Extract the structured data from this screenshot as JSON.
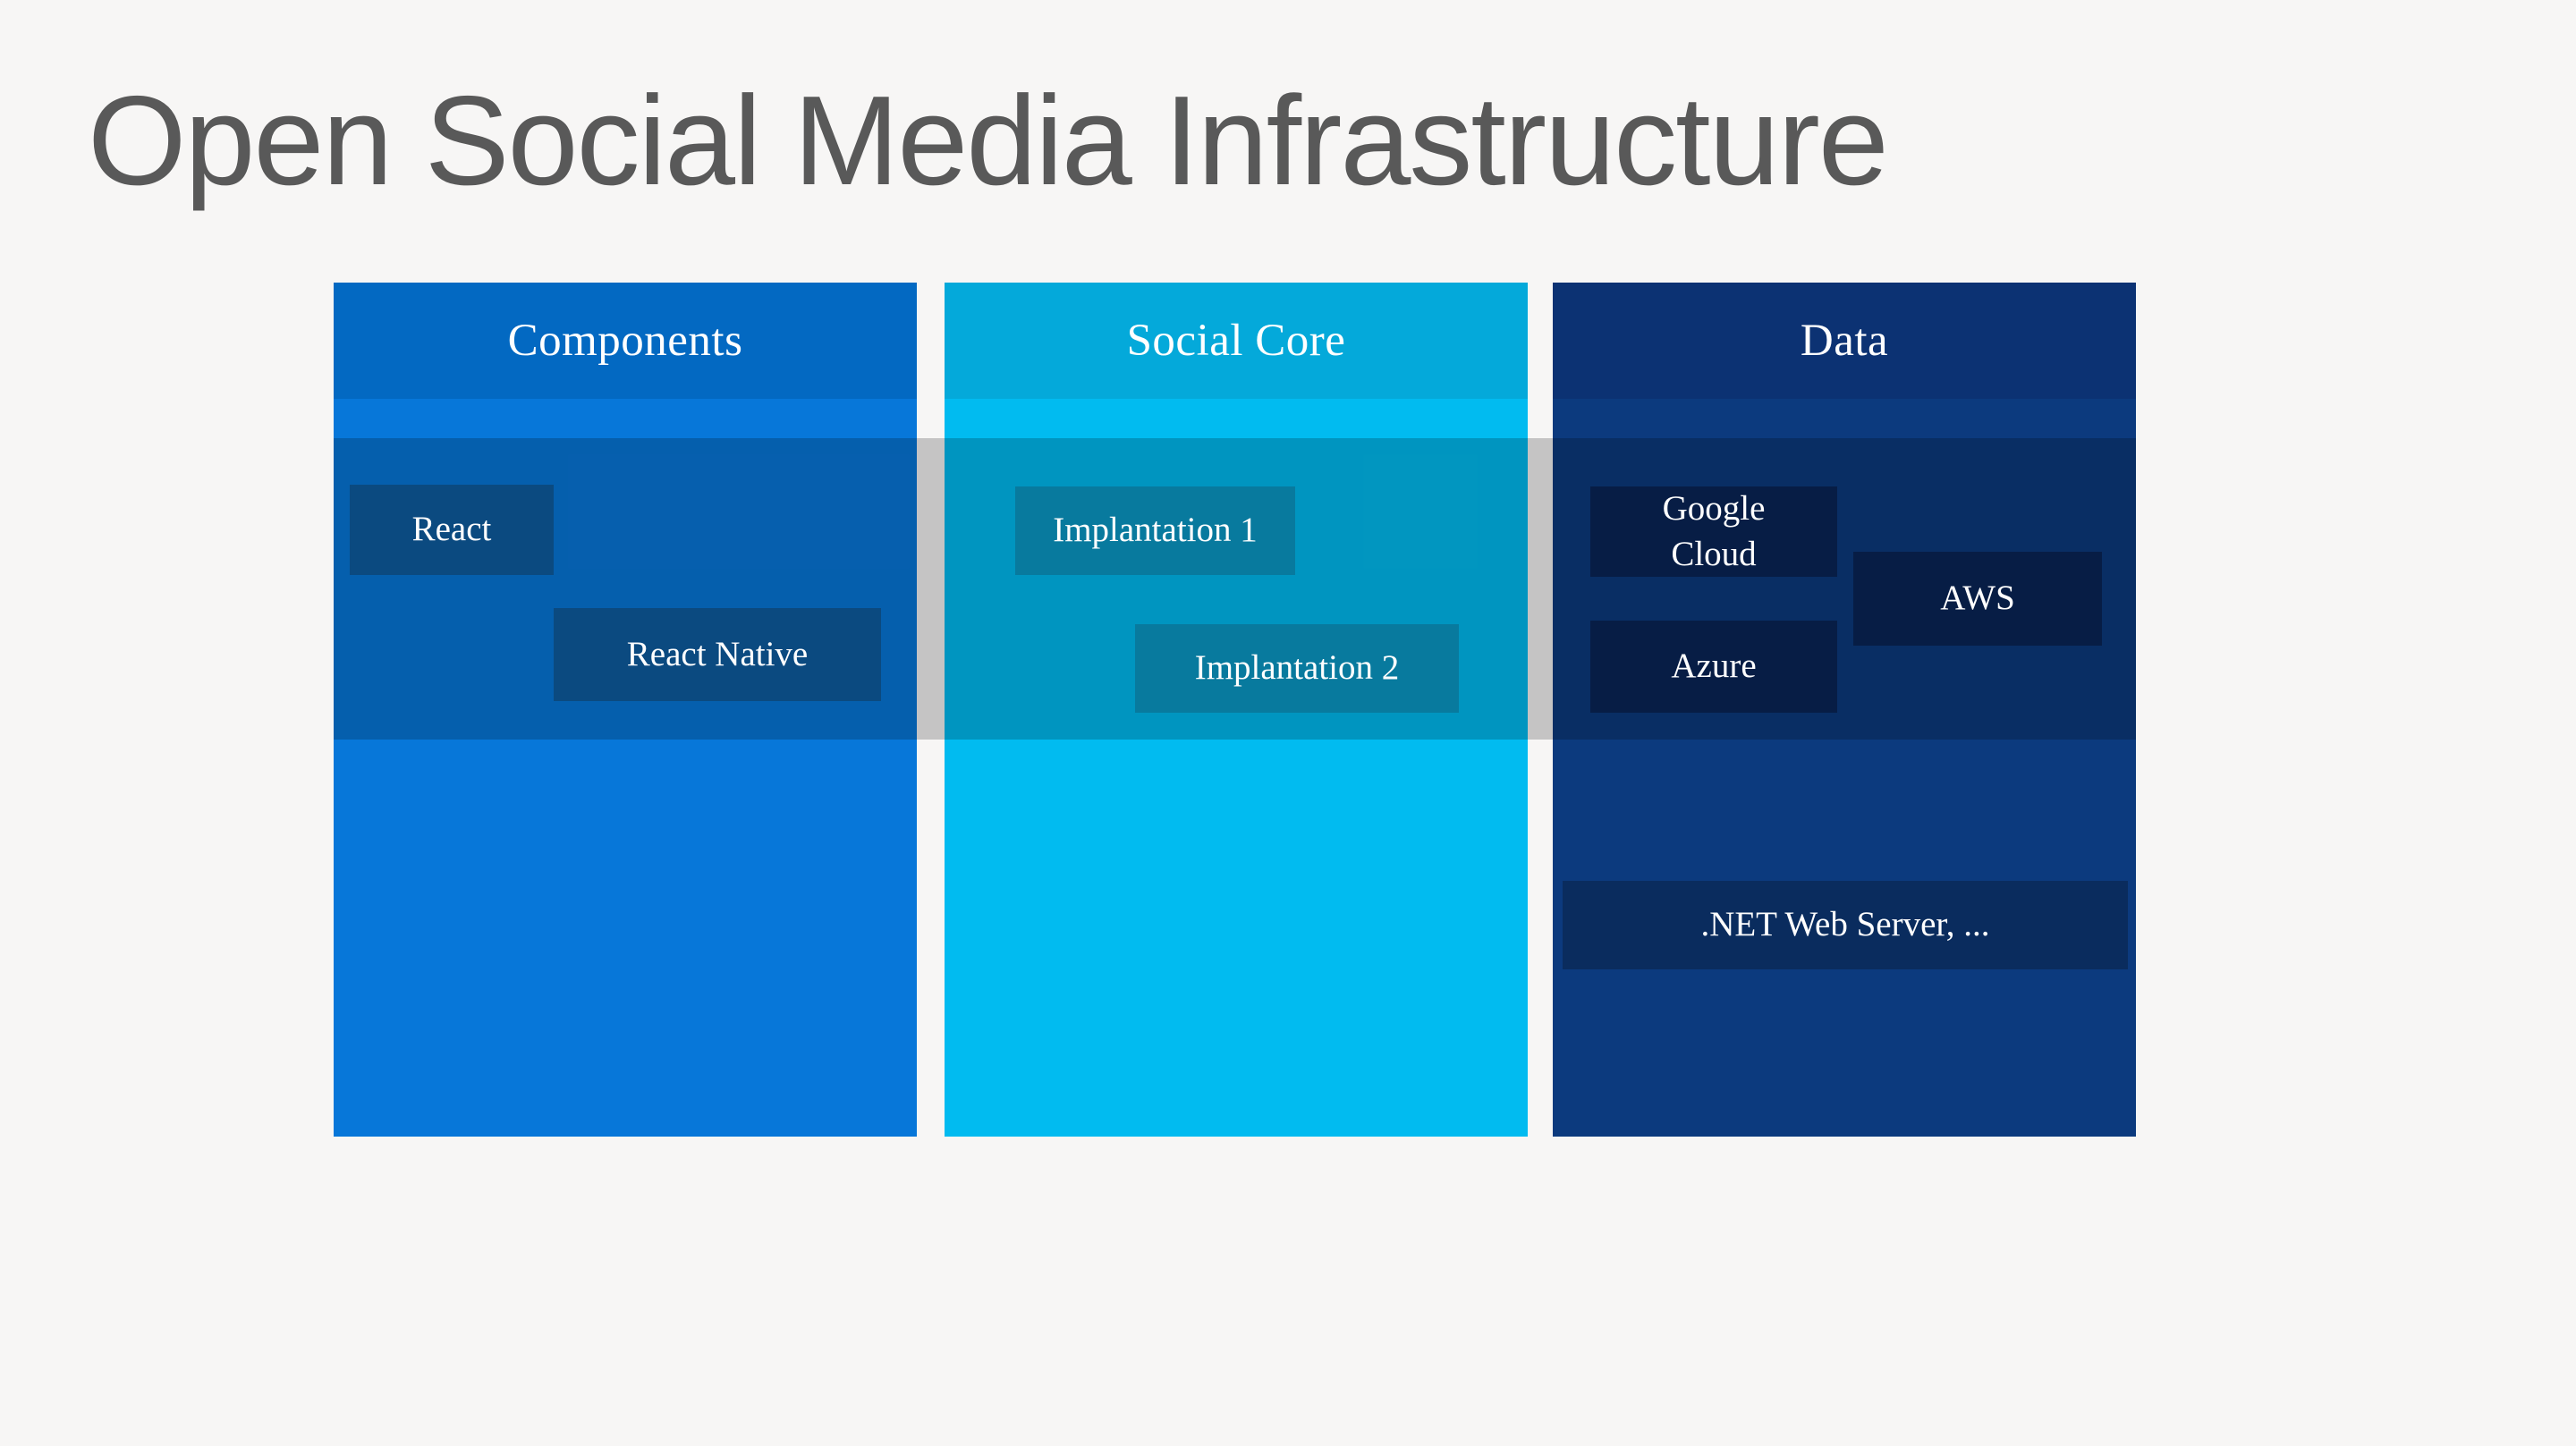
{
  "slide": {
    "title": "Open Social Media Infrastructure",
    "title_color": "#595959",
    "background_color": "#f7f6f5"
  },
  "diagram": {
    "overlay_band_color": "rgba(0,0,0,0.2)",
    "gap_band_color": "#c6c6c6",
    "columns": [
      {
        "header": "Components",
        "base_color": "#0777d9",
        "header_color": "#0369c2",
        "shaded_band_color": "#055fae",
        "nodes": [
          {
            "label": "React",
            "color": "#0b4a80"
          },
          {
            "label": "React Native",
            "color": "#0b4a80"
          }
        ]
      },
      {
        "header": "Social Core",
        "base_color": "#01bbf0",
        "header_color": "#04a9da",
        "shaded_band_color": "#0196c0",
        "nodes": [
          {
            "label": "Implantation 1",
            "color": "#087a9e"
          },
          {
            "label": "Implantation 2",
            "color": "#087a9e"
          }
        ]
      },
      {
        "header": "Data",
        "base_color": "#0c3a7e",
        "header_color": "#0c3273",
        "shaded_band_color": "#0a2e65",
        "nodes": [
          {
            "label": "Google Cloud",
            "color": "#071d45"
          },
          {
            "label": "AWS",
            "color": "#071d45"
          },
          {
            "label": "Azure",
            "color": "#071d45"
          },
          {
            "label": ".NET Web Server, ...",
            "color": "#0a2c5e"
          }
        ]
      }
    ]
  }
}
